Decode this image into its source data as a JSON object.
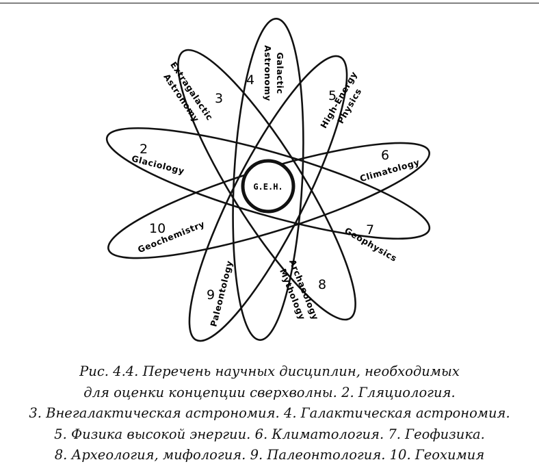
{
  "diagram": {
    "center": {
      "label": "G.E.H."
    },
    "petals": [
      {
        "id": "glaciology",
        "number": "2",
        "lines": [
          "Glaciology"
        ]
      },
      {
        "id": "extragalactic",
        "number": "3",
        "lines": [
          "Extragalactic",
          "Astronomy"
        ]
      },
      {
        "id": "galactic",
        "number": "4",
        "lines": [
          "Galactic",
          "Astronomy"
        ]
      },
      {
        "id": "high-energy",
        "number": "5",
        "lines": [
          "High-Energy",
          "Physics"
        ]
      },
      {
        "id": "climatology",
        "number": "6",
        "lines": [
          "Climatology"
        ]
      },
      {
        "id": "geophysics",
        "number": "7",
        "lines": [
          "Geophysics"
        ]
      },
      {
        "id": "archaeology",
        "number": "8",
        "lines": [
          "Archaeology",
          "Mythology"
        ]
      },
      {
        "id": "paleontology",
        "number": "9",
        "lines": [
          "Paleontology"
        ]
      },
      {
        "id": "geochemistry",
        "number": "10",
        "lines": [
          "Geochemistry"
        ]
      }
    ]
  },
  "caption": {
    "lines": [
      "Рис. 4.4. Перечень научных дисциплин, необходимых",
      "для оценки концепции сверхволны. 2. Гляциология.",
      "3. Внегалактическая астрономия. 4. Галактическая астрономия.",
      "5. Физика высокой энергии. 6. Климатология. 7. Геофизика.",
      "8. Археология, мифология. 9. Палеонтология. 10. Геохимия"
    ]
  }
}
